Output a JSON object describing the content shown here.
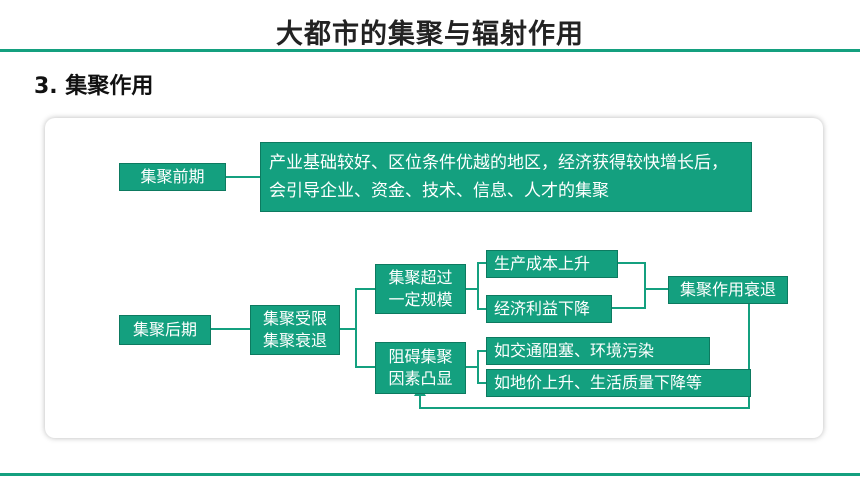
{
  "header": {
    "title": "大都市的集聚与辐射作用"
  },
  "section": {
    "heading": "3. 集聚作用"
  },
  "diagram": {
    "early_stage": "集聚前期",
    "early_description": "产业基础较好、区位条件优越的地区，经济获得较快增长后，会引导企业、资金、技术、信息、人才的集聚",
    "late_stage": "集聚后期",
    "limited": "集聚受限\n集聚衰退",
    "over_scale": "集聚超过\n一定规模",
    "cost_rise": "生产成本上升",
    "benefit_fall": "经济利益下降",
    "decline": "集聚作用衰退",
    "obstacles": "阻碍集聚\n因素凸显",
    "traffic": "如交通阻塞、环境污染",
    "prices": "如地价上升、生活质量下降等"
  },
  "colors": {
    "accent": "#14a07f",
    "line": "#14a07f"
  }
}
